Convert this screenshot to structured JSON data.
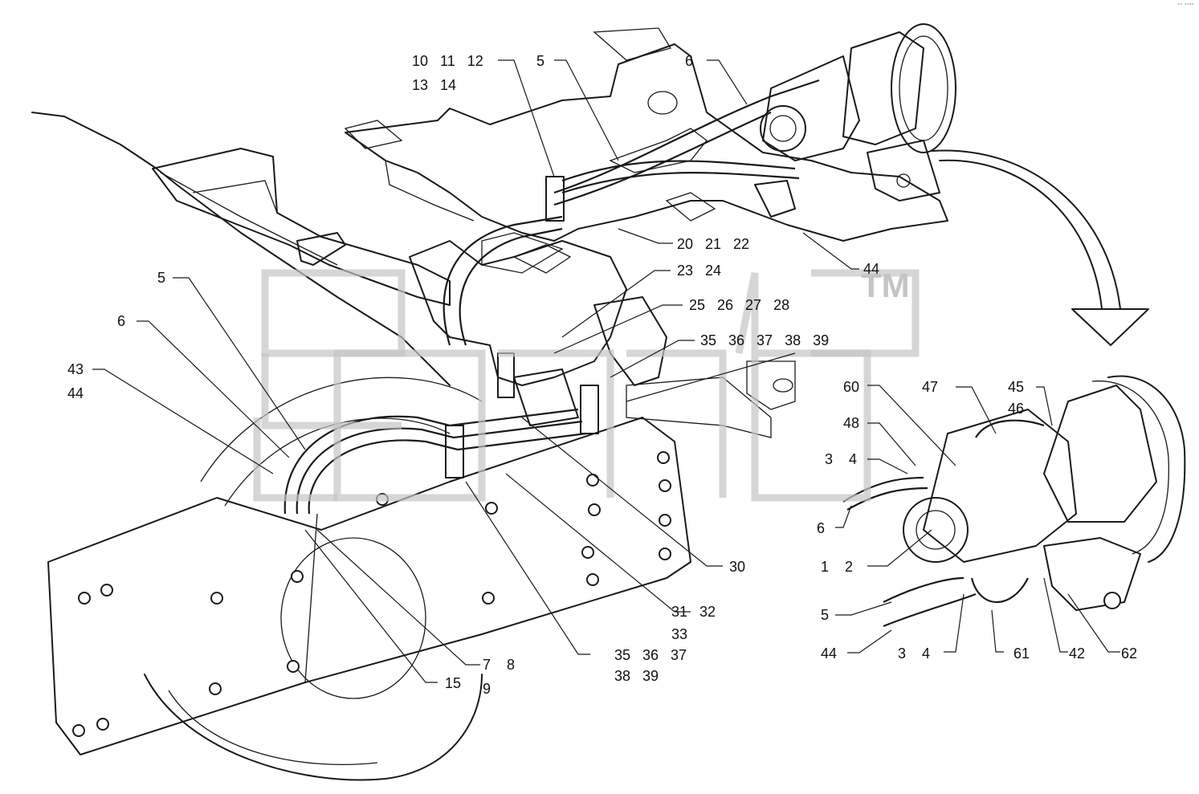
{
  "watermark": {
    "text": "TM"
  },
  "corner_mark": "°° °°°°",
  "callouts": [
    {
      "id": "c-10-11-12",
      "text": "10   11   12"
    },
    {
      "id": "c-13-14",
      "text": "13   14"
    },
    {
      "id": "c-5-top",
      "text": "5"
    },
    {
      "id": "c-6-top",
      "text": "6"
    },
    {
      "id": "c-20-21-22",
      "text": "20   21   22"
    },
    {
      "id": "c-44-top",
      "text": "44"
    },
    {
      "id": "c-23-24",
      "text": "23   24"
    },
    {
      "id": "c-25-28",
      "text": "25   26   27   28"
    },
    {
      "id": "c-35-39-mid",
      "text": "35   36   37   38   39"
    },
    {
      "id": "c-5-left",
      "text": "5"
    },
    {
      "id": "c-6-left",
      "text": "6"
    },
    {
      "id": "c-43",
      "text": "43"
    },
    {
      "id": "c-44-left",
      "text": "44"
    },
    {
      "id": "c-30",
      "text": "30"
    },
    {
      "id": "c-31-32",
      "text": "31   32"
    },
    {
      "id": "c-33",
      "text": "33"
    },
    {
      "id": "c-35-37-bot",
      "text": "35   36   37"
    },
    {
      "id": "c-38-39-bot",
      "text": "38   39"
    },
    {
      "id": "c-7-8",
      "text": "7    8"
    },
    {
      "id": "c-9",
      "text": "9"
    },
    {
      "id": "c-15",
      "text": "15"
    },
    {
      "id": "c-60",
      "text": "60"
    },
    {
      "id": "c-47",
      "text": "47"
    },
    {
      "id": "c-45",
      "text": "45"
    },
    {
      "id": "c-46",
      "text": "46"
    },
    {
      "id": "c-48",
      "text": "48"
    },
    {
      "id": "c-3-4-right",
      "text": "3    4"
    },
    {
      "id": "c-6-right",
      "text": "6"
    },
    {
      "id": "c-1-2",
      "text": "1    2"
    },
    {
      "id": "c-5-right",
      "text": "5"
    },
    {
      "id": "c-44-right",
      "text": "44"
    },
    {
      "id": "c-3-4-bot",
      "text": "3    4"
    },
    {
      "id": "c-61",
      "text": "61"
    },
    {
      "id": "c-42",
      "text": "42"
    },
    {
      "id": "c-62",
      "text": "62"
    }
  ]
}
